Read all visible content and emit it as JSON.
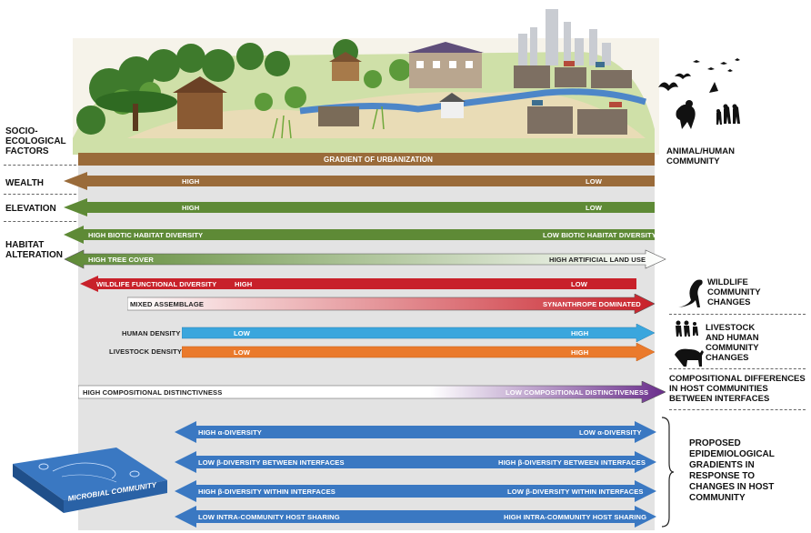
{
  "left_labels": {
    "socio": [
      "SOCIO-",
      "ECOLOGICAL",
      "FACTORS"
    ],
    "wealth": "WEALTH",
    "elevation": "ELEVATION",
    "habitat": [
      "HABITAT",
      "ALTERATION"
    ]
  },
  "urbanization": "GRADIENT OF URBANIZATION",
  "arrows": {
    "wealth": {
      "left": "HIGH",
      "right": "LOW"
    },
    "elevation": {
      "left": "HIGH",
      "right": "LOW"
    },
    "biotic": {
      "left": "HIGH BIOTIC HABITAT DIVERSITY",
      "right": "LOW BIOTIC HABITAT DIVERSITY"
    },
    "tree": {
      "left": "HIGH TREE COVER",
      "right": "HIGH ARTIFICIAL LAND USE"
    },
    "wildlife": {
      "label": "WILDLIFE FUNCTIONAL DIVERSITY",
      "left": "HIGH",
      "right": "LOW"
    },
    "assemblage": {
      "left": "MIXED ASSEMBLAGE",
      "right": "SYNANTHROPE DOMINATED"
    },
    "human": {
      "label": "HUMAN DENSITY",
      "left": "LOW",
      "right": "HIGH"
    },
    "livestock": {
      "label": "LIVESTOCK DENSITY",
      "left": "LOW",
      "right": "HIGH"
    },
    "distinct": {
      "left": "HIGH COMPOSITIONAL DISTINCTIVNESS",
      "right": "LOW COMPOSITIONAL DISTINCTIVENESS"
    },
    "alpha": {
      "left": "HIGH α-DIVERSITY",
      "right": "LOW α-DIVERSITY"
    },
    "beta_between": {
      "left": "LOW β-DIVERSITY BETWEEN INTERFACES",
      "right": "HIGH β-DIVERSITY BETWEEN INTERFACES"
    },
    "beta_within": {
      "left": "HIGH β-DIVERSITY WITHIN INTERFACES",
      "right": "LOW β-DIVERSITY WITHIN INTERFACES"
    },
    "sharing": {
      "left": "LOW INTRA-COMMUNITY HOST SHARING",
      "right": "HIGH INTRA-COMMUNITY HOST SHARING"
    }
  },
  "right_labels": {
    "animal_human": [
      "ANIMAL/HUMAN",
      "COMMUNITY"
    ],
    "wildlife_changes": [
      "WILDLIFE",
      "COMMUNITY",
      "CHANGES"
    ],
    "livestock_changes": [
      "LIVESTOCK",
      "AND HUMAN",
      "COMMUNITY",
      "CHANGES"
    ],
    "compositional": [
      "COMPOSITIONAL DIFFERENCES",
      "IN HOST COMMUNITIES",
      "BETWEEN INTERFACES"
    ],
    "proposed": [
      "PROPOSED",
      "EPIDEMIOLOGICAL",
      "GRADIENTS IN",
      "RESPONSE TO",
      "CHANGES IN HOST",
      "COMMUNITY"
    ]
  },
  "microbial": "MICROBIAL COMMUNITY",
  "colors": {
    "brown": "#9a6b3a",
    "green": "#5e8a36",
    "red": "#c8212a",
    "blue": "#3a78c2",
    "cyan": "#3aa6dd",
    "orange": "#ea7a2c",
    "purple": "#6a2e8c"
  }
}
